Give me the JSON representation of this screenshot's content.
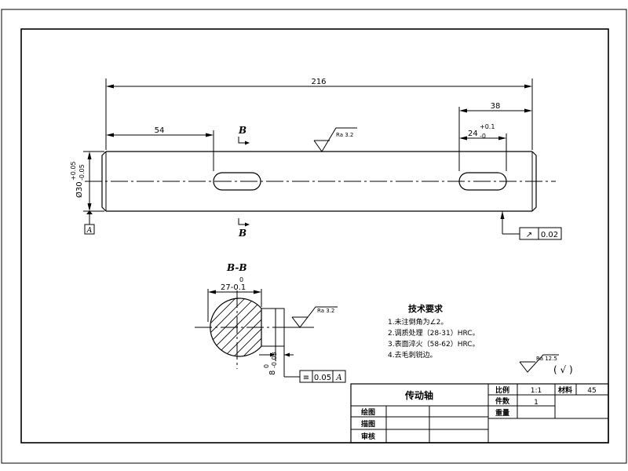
{
  "dims": {
    "overall_length": "216",
    "left_offset": "54",
    "right_offset": "38",
    "keyway_length": "24",
    "keyway_length_tol_upper": "+0.1",
    "keyway_length_tol_lower": "-0",
    "diameter": "Ø30",
    "diameter_tol_upper": "+0.05",
    "diameter_tol_lower": "-0.05",
    "section_width": "27-0.1",
    "section_width_upper": "0",
    "depth": "8",
    "depth_upper": "0",
    "depth_lower": "-0.03"
  },
  "section": {
    "marker": "B",
    "title": "B-B"
  },
  "datum": {
    "label": "A"
  },
  "roughness": {
    "main": "Ra 3.2",
    "keyway": "Ra 3.2",
    "general": "Ra 12.5",
    "general_suffix": "( √ )"
  },
  "tolerance": {
    "runout_symbol": "↗",
    "runout_value": "0.02",
    "symmetry_symbol": "≡",
    "symmetry_value": "0.05",
    "symmetry_datum": "A"
  },
  "tech_req": {
    "title": "技术要求",
    "items": [
      "1.未注倒角为∠2。",
      "2.调质处理（28-31）HRC。",
      "3.表面淬火（58-62）HRC。",
      "4.去毛刺锐边。"
    ]
  },
  "title_block": {
    "part_name": "传动轴",
    "scale_label": "比例",
    "scale_value": "1:1",
    "material_label": "材料",
    "material_value": "45",
    "qty_label": "件数",
    "qty_value": "1",
    "weight_label": "重量",
    "drawn_label": "绘图",
    "traced_label": "描图",
    "checked_label": "审核"
  }
}
